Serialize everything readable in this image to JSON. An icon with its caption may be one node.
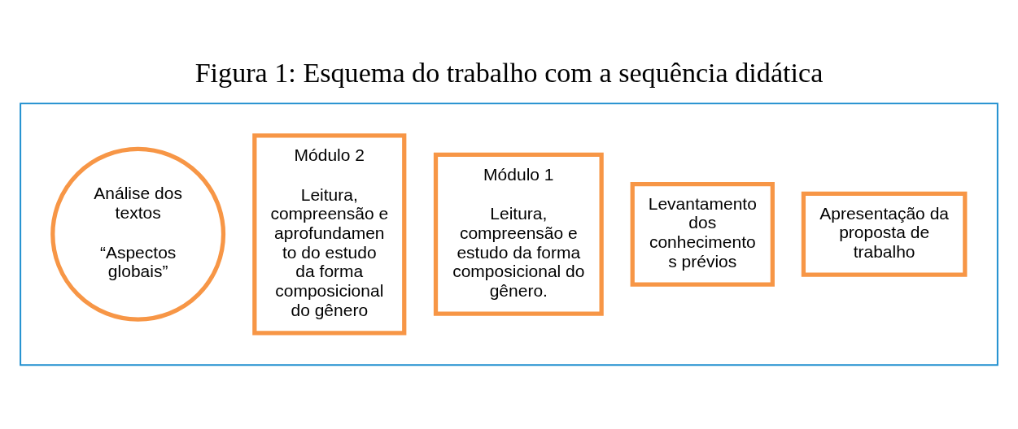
{
  "diagram": {
    "title": "Figura 1: Esquema do trabalho com a sequência didática",
    "nodes": [
      {
        "text": [],
        "shape": "box"
      },
      {
        "text": [
          "Apresentação da proposta de trabalho"
        ],
        "in": 0
      },
      {
        "text": [
          "Levantamento dos conhecimento s prévios"
        ],
        "in": 0
      },
      {
        "text": [
          "Módulo 1",
          "Leitura, compreensão e estudo da forma composicional do gênero."
        ],
        "in": 0
      },
      {
        "text": [
          "Módulo 2",
          "Leitura, compreensão e aprofundamen to do estudo da forma composicional do gênero"
        ],
        "in": 0
      },
      {
        "text": [
          "Análise dos textos",
          "“Aspectos globais”"
        ],
        "in": 0
      }
    ]
  }
}
